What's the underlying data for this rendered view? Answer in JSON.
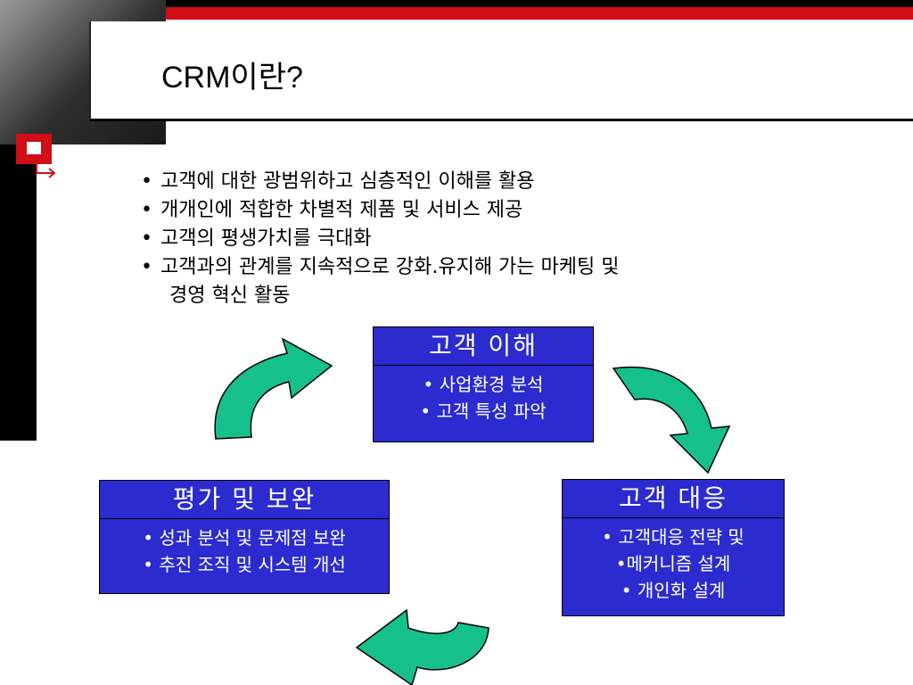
{
  "slide": {
    "title": "CRM이란?",
    "bullets": [
      "고객에 대한 광범위하고 심층적인 이해를 활용",
      "개개인에 적합한 차별적 제품 및 서비스 제공",
      "고객의 평생가치를 극대화",
      "고객과의 관계를 지속적으로 강화.유지해 가는 마케팅 및"
    ],
    "bullet_continuation": "경영 혁신 활동",
    "bullet_symbol": "•"
  },
  "diagram": {
    "top": {
      "title": "고객 이해",
      "items": [
        "• 사업환경 분석",
        "• 고객 특성 파악"
      ]
    },
    "left": {
      "title": "평가 및 보완",
      "items": [
        "• 성과 분석 및 문제점 보완",
        "• 추진 조직 및 시스템 개선"
      ]
    },
    "right": {
      "title": "고객 대응",
      "items": [
        "• 고객대응 전략 및",
        "•메커니즘 설계",
        "• 개인화 설계"
      ]
    }
  },
  "colors": {
    "box_fill": "#2b2bd0",
    "arrow_fill": "#16c08a",
    "accent_red": "#d10d17"
  },
  "icons": {
    "slide_marker": "square-icon",
    "sub_arrow": "return-arrow-icon",
    "cycle_arrows": "curved-arrow-icon"
  }
}
